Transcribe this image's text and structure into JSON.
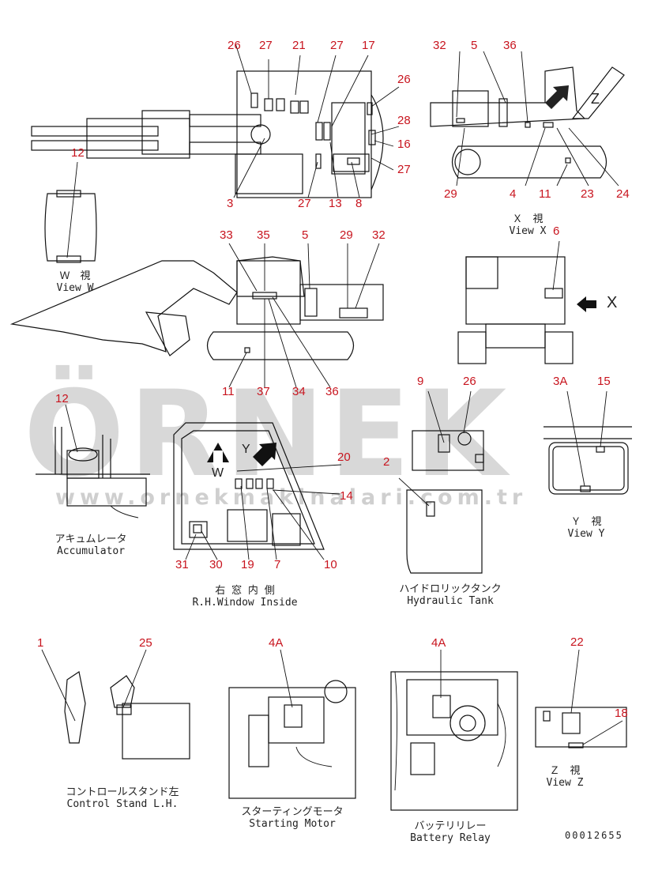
{
  "watermark": {
    "logo": "ÖRNEK",
    "url": "www.ornekmakinalari.com.tr"
  },
  "drawing_number": "00012655",
  "callouts": [
    {
      "id": "c1",
      "text": "26"
    },
    {
      "id": "c2",
      "text": "27"
    },
    {
      "id": "c3",
      "text": "21"
    },
    {
      "id": "c4",
      "text": "27"
    },
    {
      "id": "c5",
      "text": "17"
    },
    {
      "id": "c6",
      "text": "26"
    },
    {
      "id": "c7",
      "text": "28"
    },
    {
      "id": "c8",
      "text": "16"
    },
    {
      "id": "c9",
      "text": "27"
    },
    {
      "id": "c10",
      "text": "3"
    },
    {
      "id": "c11",
      "text": "27"
    },
    {
      "id": "c12",
      "text": "13"
    },
    {
      "id": "c13",
      "text": "8"
    },
    {
      "id": "c14",
      "text": "12"
    },
    {
      "id": "c15",
      "text": "32"
    },
    {
      "id": "c16",
      "text": "5"
    },
    {
      "id": "c17",
      "text": "36"
    },
    {
      "id": "c18",
      "text": "29"
    },
    {
      "id": "c19",
      "text": "4"
    },
    {
      "id": "c20",
      "text": "11"
    },
    {
      "id": "c21",
      "text": "23"
    },
    {
      "id": "c22",
      "text": "24"
    },
    {
      "id": "c23",
      "text": "6"
    },
    {
      "id": "c24",
      "text": "33"
    },
    {
      "id": "c25",
      "text": "35"
    },
    {
      "id": "c26",
      "text": "5"
    },
    {
      "id": "c27",
      "text": "29"
    },
    {
      "id": "c28",
      "text": "32"
    },
    {
      "id": "c29",
      "text": "11"
    },
    {
      "id": "c30",
      "text": "37"
    },
    {
      "id": "c31",
      "text": "34"
    },
    {
      "id": "c32",
      "text": "36"
    },
    {
      "id": "c33",
      "text": "12"
    },
    {
      "id": "c34",
      "text": "9"
    },
    {
      "id": "c35",
      "text": "26"
    },
    {
      "id": "c36",
      "text": "3A"
    },
    {
      "id": "c37",
      "text": "15"
    },
    {
      "id": "c38",
      "text": "20"
    },
    {
      "id": "c39",
      "text": "2"
    },
    {
      "id": "c40",
      "text": "14"
    },
    {
      "id": "c41",
      "text": "31"
    },
    {
      "id": "c42",
      "text": "30"
    },
    {
      "id": "c43",
      "text": "19"
    },
    {
      "id": "c44",
      "text": "7"
    },
    {
      "id": "c45",
      "text": "10"
    },
    {
      "id": "c46",
      "text": "1"
    },
    {
      "id": "c47",
      "text": "25"
    },
    {
      "id": "c48",
      "text": "4A"
    },
    {
      "id": "c49",
      "text": "4A"
    },
    {
      "id": "c50",
      "text": "22"
    },
    {
      "id": "c51",
      "text": "18"
    }
  ],
  "captions": [
    {
      "id": "viewW",
      "jp": "Ｗ　視",
      "en": "View W"
    },
    {
      "id": "viewX",
      "jp": "Ｘ　視",
      "en": "View X"
    },
    {
      "id": "accum",
      "jp": "アキュムレータ",
      "en": "Accumulator"
    },
    {
      "id": "window",
      "jp": "右 窓 内 側",
      "en": "R.H.Window Inside"
    },
    {
      "id": "hydr",
      "jp": "ハイドロリックタンク",
      "en": "Hydraulic Tank"
    },
    {
      "id": "viewY",
      "jp": "Ｙ　視",
      "en": "View Y"
    },
    {
      "id": "control",
      "jp": "コントロールスタンド左",
      "en": "Control Stand L.H."
    },
    {
      "id": "starting",
      "jp": "スターティングモータ",
      "en": "Starting Motor"
    },
    {
      "id": "battery",
      "jp": "バッテリリレー",
      "en": "Battery Relay"
    },
    {
      "id": "viewZ",
      "jp": "Ｚ　視",
      "en": "View Z"
    }
  ],
  "view_letters": {
    "x_arrow": "X",
    "z_mark": "Z",
    "y_mark": "Y",
    "w_mark": "W"
  },
  "colors": {
    "callout": "#c8141e",
    "line": "#111111",
    "watermark": "#d8d8d8"
  }
}
